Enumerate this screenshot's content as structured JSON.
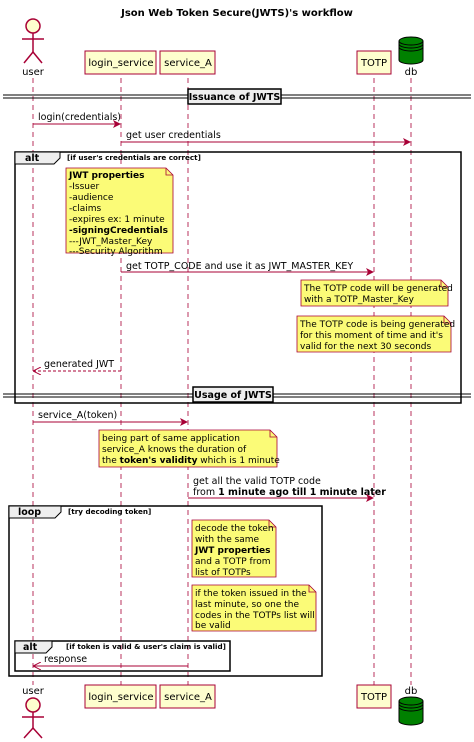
{
  "title": "Json Web Token Secure(JWTS)'s workflow",
  "participants": {
    "user": "user",
    "login_service": "login_service",
    "service_A": "service_A",
    "TOTP": "TOTP",
    "db": "db"
  },
  "colors": {
    "participant_fill": "#fefece",
    "participant_stroke": "#a80036",
    "note_fill": "#fbfb77",
    "db_fill": "#008000",
    "lifeline": "#a80036",
    "arrow": "#a80036"
  },
  "dividers": {
    "issuance": "Issuance of JWTS",
    "usage": "Usage of JWTS"
  },
  "messages": {
    "m1": "login(credentials)",
    "m2": "get user credentials",
    "m3": "get TOTP_CODE and use it as JWT_MASTER_KEY",
    "m4": "generated JWT",
    "m5": "service_A(token)",
    "m6_line1": "get all the valid TOTP code",
    "m6_line2_pre": "from ",
    "m6_line2_bold": "1 minute ago till 1 minute later",
    "m7": "response"
  },
  "fragments": {
    "alt1_keyword": "alt",
    "alt1_guard": "[if user's credentials are correct]",
    "loop_keyword": "loop",
    "loop_guard": "[try decoding token]",
    "alt2_keyword": "alt",
    "alt2_guard": "[if token is valid & user's claim is valid]"
  },
  "notes": {
    "jwt_props": {
      "heading": "JWT properties",
      "l1": "-Issuer",
      "l2": "-audience",
      "l3": "-claims",
      "l4": "-expires ex: 1 minute",
      "l5": "-signingCredentials",
      "l6": "---JWT_Master_Key",
      "l7": "---Security Algorithm"
    },
    "totp_gen": {
      "l1": "The TOTP code will be generated",
      "l2": "with a TOTP_Master_Key"
    },
    "totp_valid": {
      "l1": "The TOTP code is being generated",
      "l2": "for this moment of time and it's",
      "l3": "valid for the next 30 seconds"
    },
    "validity": {
      "l1": "being part of same application",
      "l2": "service_A knows the duration of",
      "l3_pre": "the ",
      "l3_bold": "token's validity",
      "l3_post": " which is 1 minute"
    },
    "decode": {
      "l1": "decode the token",
      "l2": "with the same",
      "l3": "JWT properties",
      "l4": "and a TOTP from",
      "l5": "list of TOTPs"
    },
    "issued": {
      "l1": "if the token issued in the",
      "l2": "last minute, so one the",
      "l3": "codes in the TOTPs list will",
      "l4": "be valid"
    }
  }
}
